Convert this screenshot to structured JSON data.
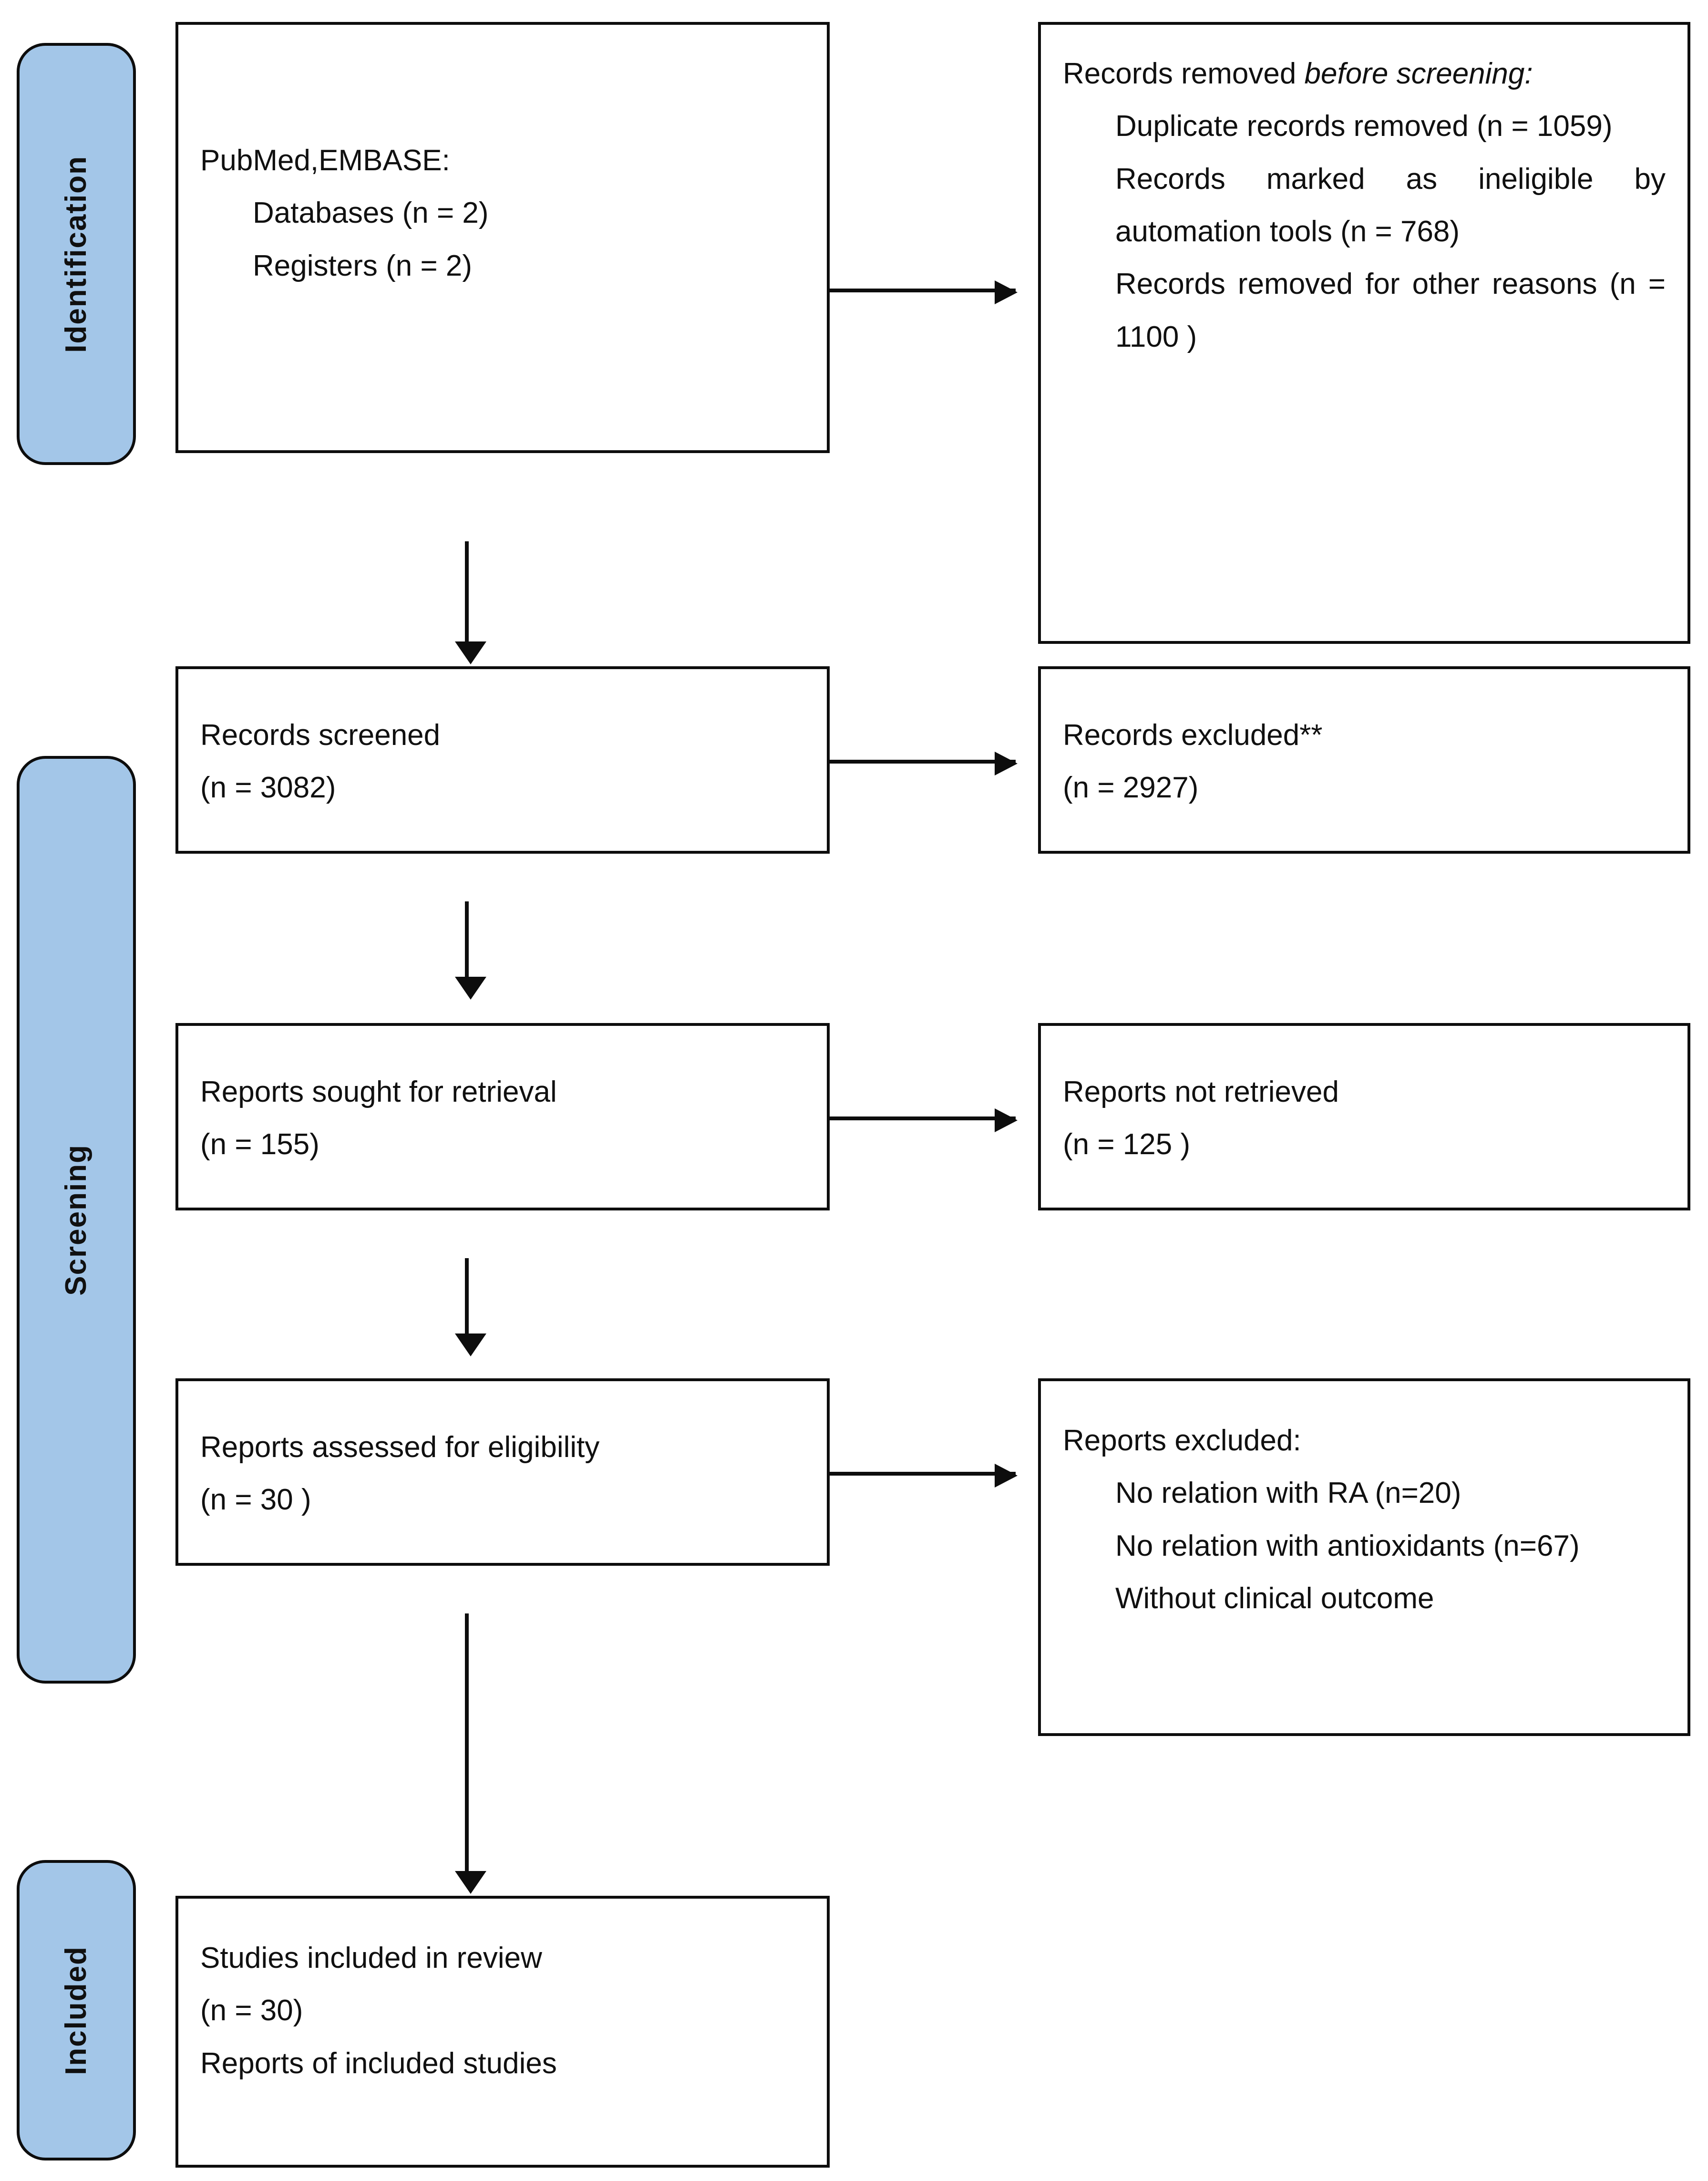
{
  "diagram": {
    "title": "PRISMA 2020 flow diagram",
    "accent_color": "#A3C6E8",
    "line_color": "#0d0d0d"
  },
  "phases": {
    "identification": "Identification",
    "screening": "Screening",
    "included": "Included"
  },
  "boxes": {
    "identification_sources": {
      "line1": "PubMed,EMBASE:",
      "line2": "Databases (n = 2)",
      "line3": "Registers (n = 2)"
    },
    "records_removed": {
      "heading_normal": "Records removed ",
      "heading_italic": "before screening",
      "heading_colon": ":",
      "item1": "Duplicate records removed (n = 1059)",
      "item2": "Records marked as ineligible by automation tools (n = 768)",
      "item3": "Records removed for other reasons (n = 1100 )"
    },
    "records_screened": {
      "line1": "Records screened",
      "line2": "(n = 3082)"
    },
    "records_excluded": {
      "line1": "Records excluded**",
      "line2": "(n = 2927)"
    },
    "reports_sought": {
      "line1": "Reports sought for retrieval",
      "line2": "(n = 155)"
    },
    "reports_not_retrieved": {
      "line1": "Reports not retrieved",
      "line2": "(n = 125 )"
    },
    "reports_assessed": {
      "line1": "Reports assessed for eligibility",
      "line2": "(n = 30 )"
    },
    "reports_excluded": {
      "heading": "Reports excluded:",
      "item1": "No relation with RA (n=20)",
      "item2": "No relation with antioxidants (n=67)",
      "item3": "Without clinical outcome"
    },
    "studies_included": {
      "line1": "Studies included in review",
      "line2": "(n = 30)",
      "line3": "Reports of included studies"
    }
  }
}
